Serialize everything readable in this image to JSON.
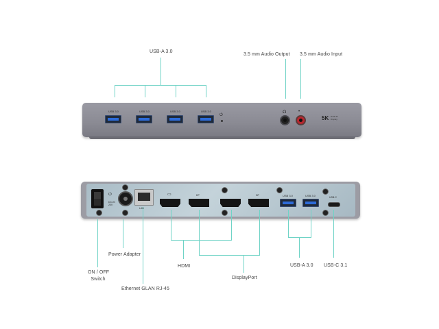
{
  "front": {
    "usb_label": "USB-A 3.0",
    "audio_out_label": "3.5 mm Audio Output",
    "audio_in_label": "3.5 mm Audio Input",
    "port_tags": [
      "USB 3.0",
      "USB 3.0",
      "USB 3.0",
      "USB 3.0"
    ],
    "brand": "5K",
    "brand_sub": "Dual 4K Display"
  },
  "rear": {
    "switch_label_line1": "ON / OFF",
    "switch_label_line2": "Switch",
    "power_label": "Power Adapter",
    "ethernet_label": "Ethernet GLAN RJ-45",
    "hdmi_label": "HDMI",
    "displayport_label": "DisplayPort",
    "usb_label": "USB-A 3.0",
    "usbc_label": "USB-C 3.1",
    "port_tags": {
      "dc": "DC-IN 20V",
      "lan": "LAN",
      "dp1": "DP",
      "dp2": "DP",
      "usb1": "USB 3.0",
      "usb2": "USB 3.0",
      "usbc": "USB-C"
    }
  },
  "colors": {
    "leader_line": "#6fd3c6",
    "usb_blue": "#2d6bd8",
    "audio_in_red": "#b9262e"
  }
}
